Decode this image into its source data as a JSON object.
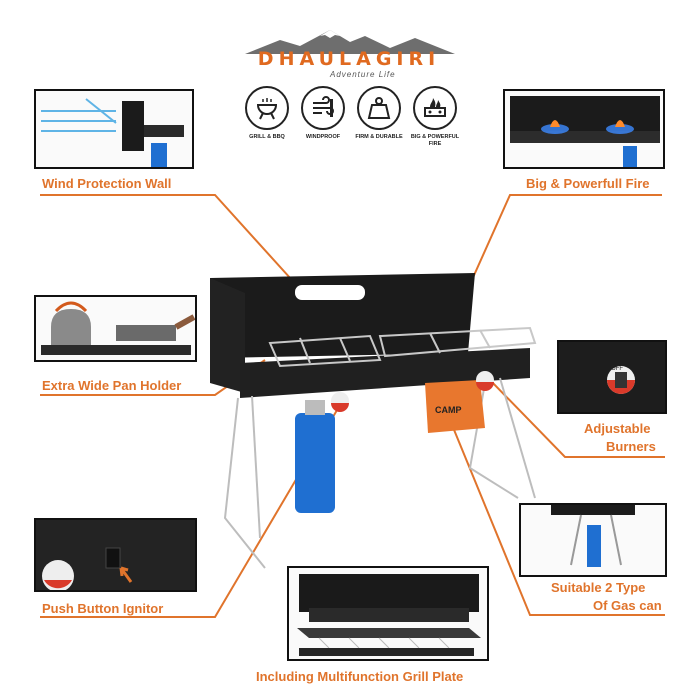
{
  "brand": {
    "name": "DHAULAGIRI",
    "tagline": "Adventure Life"
  },
  "features": [
    {
      "label": "GRILL & BBQ",
      "icon": "grill-icon"
    },
    {
      "label": "WINDPROOF",
      "icon": "wind-icon"
    },
    {
      "label": "FIRM & DURABLE",
      "icon": "weight-icon"
    },
    {
      "label": "BIG & POWERFUL FIRE",
      "icon": "stove-fire-icon"
    }
  ],
  "callouts": {
    "wind_protection": "Wind Protection Wall",
    "big_fire": "Big & Powerfull Fire",
    "pan_holder": "Extra Wide Pan Holder",
    "adjustable_line1": "Adjustable",
    "adjustable_line2": "Burners",
    "ignitor": "Push Button Ignitor",
    "gas_line1": "Suitable 2 Type",
    "gas_line2": "Of Gas can",
    "grill_plate": "Including Multifunction Grill Plate"
  },
  "labels": {
    "gas_can_brand": "CAMP",
    "knob_off": "OFF"
  },
  "colors": {
    "accent": "#e0742c",
    "stove_body": "#1b1b1b",
    "gas_blue": "#1f6fd1",
    "gas_orange": "#e8772e"
  }
}
